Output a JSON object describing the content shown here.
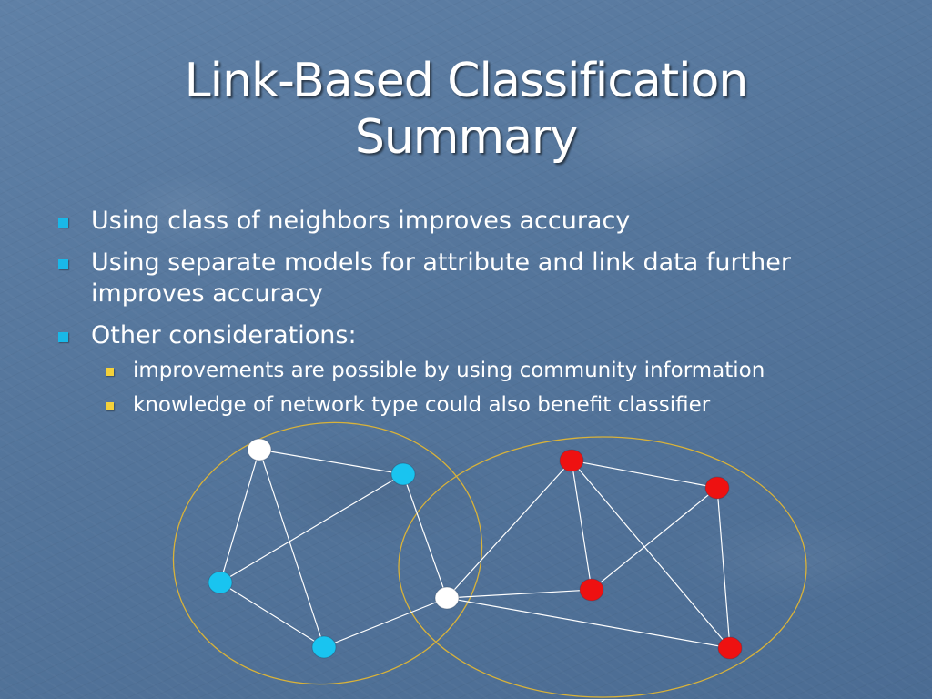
{
  "slide": {
    "title_line1": "Link-Based Classification",
    "title_line2": "Summary",
    "bullets": [
      {
        "text": "Using class of neighbors improves accuracy"
      },
      {
        "text": "Using separate models for attribute and link data further improves accuracy"
      },
      {
        "text": "Other considerations:",
        "sub": [
          "improvements are possible by using community information",
          "knowledge of network type could also benefit classifier"
        ]
      }
    ]
  },
  "colors": {
    "background": "#557699",
    "bullet_level1": "#19b8e8",
    "bullet_level2": "#f4d13a",
    "node_white": "#ffffff",
    "node_cyan": "#19c4f0",
    "node_red": "#ee1111",
    "edge": "#ffffff",
    "cluster_outline": "#d8b23a"
  },
  "graph": {
    "nodes": [
      {
        "id": "w1",
        "color": "white"
      },
      {
        "id": "c1",
        "color": "cyan"
      },
      {
        "id": "c2",
        "color": "cyan"
      },
      {
        "id": "c3",
        "color": "cyan"
      },
      {
        "id": "w2",
        "color": "white"
      },
      {
        "id": "r1",
        "color": "red"
      },
      {
        "id": "r2",
        "color": "red"
      },
      {
        "id": "r3",
        "color": "red"
      },
      {
        "id": "r4",
        "color": "red"
      }
    ],
    "edges": [
      [
        "w1",
        "c1"
      ],
      [
        "w1",
        "c2"
      ],
      [
        "w1",
        "c3"
      ],
      [
        "c1",
        "c2"
      ],
      [
        "c2",
        "c3"
      ],
      [
        "c3",
        "w2"
      ],
      [
        "c1",
        "w2"
      ],
      [
        "w2",
        "r1"
      ],
      [
        "w2",
        "r3"
      ],
      [
        "w2",
        "r4"
      ],
      [
        "r1",
        "r2"
      ],
      [
        "r1",
        "r3"
      ],
      [
        "r1",
        "r4"
      ],
      [
        "r2",
        "r3"
      ],
      [
        "r2",
        "r4"
      ]
    ],
    "clusters": [
      "left-community",
      "right-community"
    ]
  }
}
